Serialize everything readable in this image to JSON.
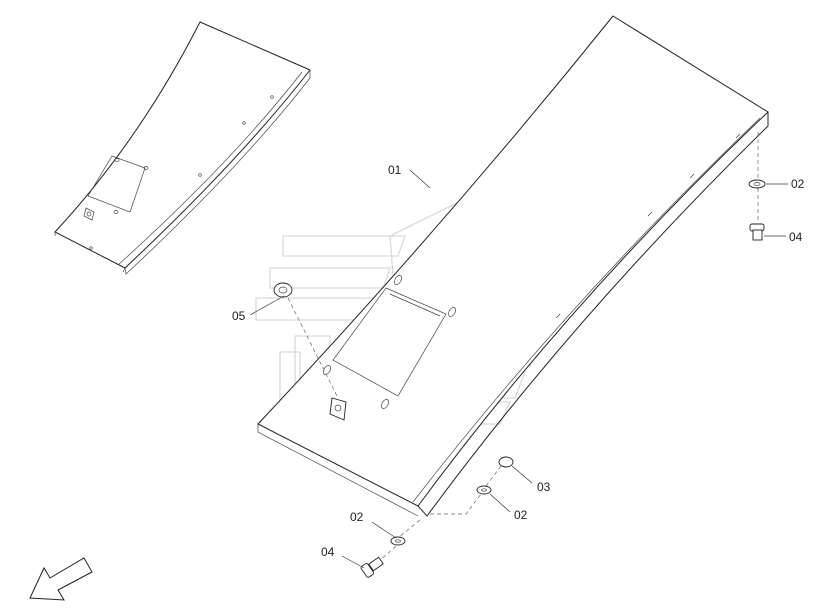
{
  "callouts": {
    "c01": "01",
    "c02_top": "02",
    "c04_top": "04",
    "c05": "05",
    "c03": "03",
    "c02_mid": "02",
    "c02_bottom": "02",
    "c04_bottom": "04"
  },
  "icons": {
    "direction_arrow": "direction-arrow-icon"
  }
}
